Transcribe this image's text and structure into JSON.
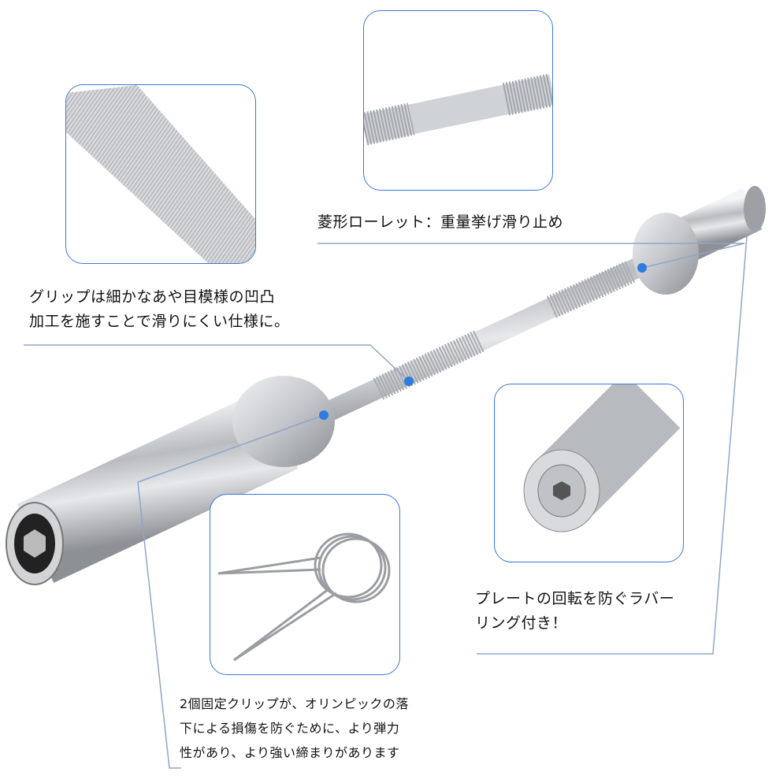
{
  "callouts": {
    "knurling": {
      "text": "菱形ローレット：重量挙げ滑り止め"
    },
    "grip": {
      "lines": [
        "グリップは細かなあや目模様の凹凸",
        "加工を施すことで滑りにくい仕様に。"
      ]
    },
    "rubber_ring": {
      "lines": [
        "プレートの回転を防ぐラバー",
        "リング付き！"
      ]
    },
    "clips": {
      "lines": [
        "2個固定クリップが、オリンピックの落",
        "下による損傷を防ぐために、より弾力",
        "性があり、より強い締まりがあります"
      ]
    }
  },
  "colors": {
    "frame": "#3b78d8",
    "dot": "#2f7be0",
    "leader": "#8fa6c8",
    "steel": "#c9ccd0"
  }
}
